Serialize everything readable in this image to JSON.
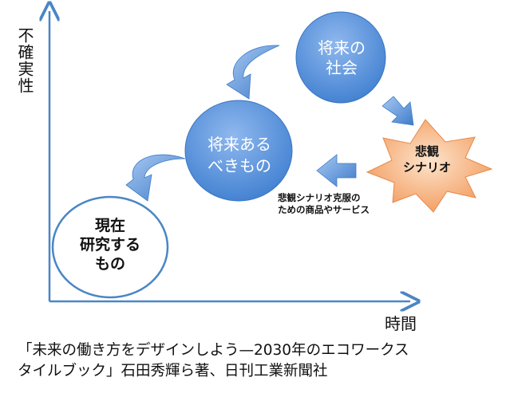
{
  "axes": {
    "y_label": "不確実性",
    "x_label": "時間"
  },
  "nodes": {
    "future_society": "将来の\n社会",
    "ideal_future": "将来ある\nべきもの",
    "current_research": "現在\n研究する\nもの",
    "pessimistic_scenario": "悲観\nシナリオ"
  },
  "overcome_label": "悲観シナリオ克服の\nための商品やサービス",
  "caption": "「未来の働き方をデザインしよう—2030年のエコワークス\nタイルブック」石田秀輝ら著、日刊工業新聞社",
  "colors": {
    "axis": "#4a86c5",
    "bubble_fill": "#5b93d8",
    "bubble_highlight": "#8fb8ee",
    "arrow": "#4f8ad4",
    "starburst": "#f5b27f",
    "starburst_edge": "#ffffff"
  }
}
